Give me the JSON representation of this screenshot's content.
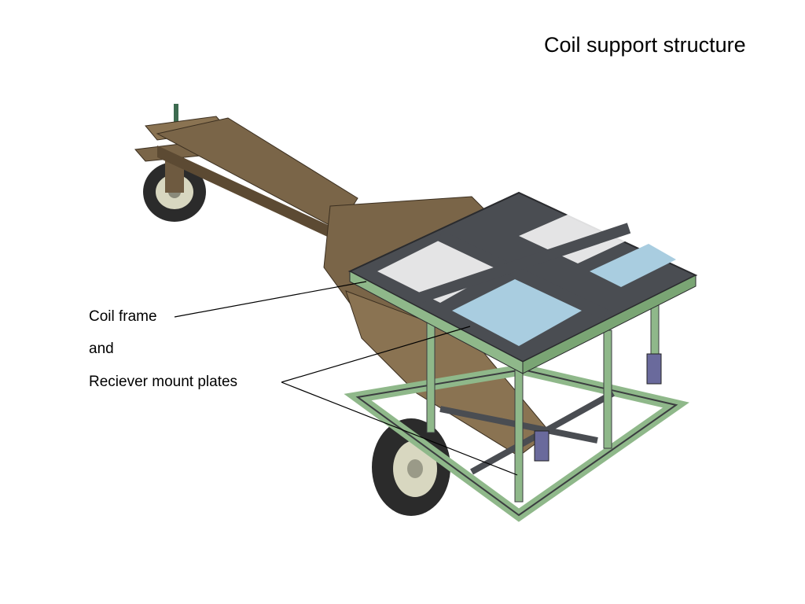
{
  "slide": {
    "title": "Coil support structure"
  },
  "labels": {
    "line1": "Coil frame",
    "line2": "and",
    "line3": "Reciever mount plates"
  },
  "colors": {
    "frame_green": "#8fb88a",
    "plate_dark": "#4a4d52",
    "arm_brown": "#7a6548",
    "tire": "#2b2b2b",
    "hub": "#d8d7c0",
    "sensor_blue": "#a9cde0",
    "connector_purple": "#6a6a9c"
  }
}
